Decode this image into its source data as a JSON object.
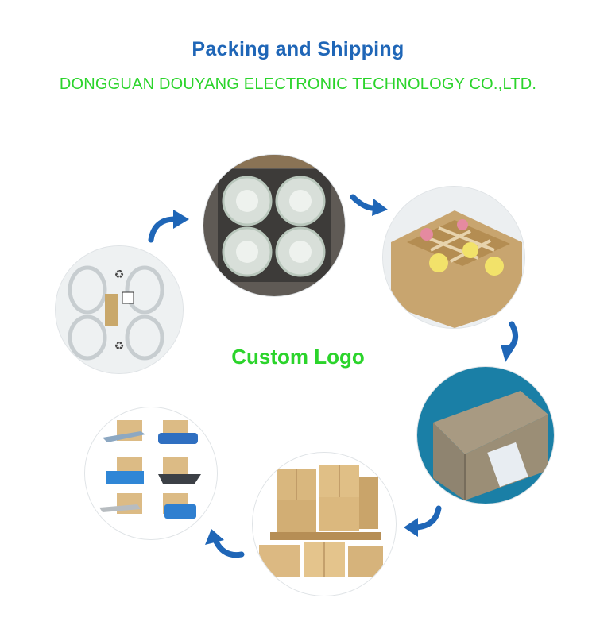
{
  "header": {
    "title": "Packing and Shipping",
    "company": "DONGGUAN DOUYANG  ELECTRONIC TECHNOLOGY CO.,LTD."
  },
  "center_label": "Custom Logo",
  "colors": {
    "title": "#1f66b7",
    "company": "#2bd42b",
    "center_label": "#2bd42b",
    "arrow": "#1f66b7"
  },
  "steps": [
    {
      "icon": "coiled-cables-photo"
    },
    {
      "icon": "cables-in-box-photo"
    },
    {
      "icon": "divided-carton-photo"
    },
    {
      "icon": "sealed-carton-photo"
    },
    {
      "icon": "pallet-cartons-photo"
    },
    {
      "icon": "shipping-methods-photo"
    }
  ]
}
